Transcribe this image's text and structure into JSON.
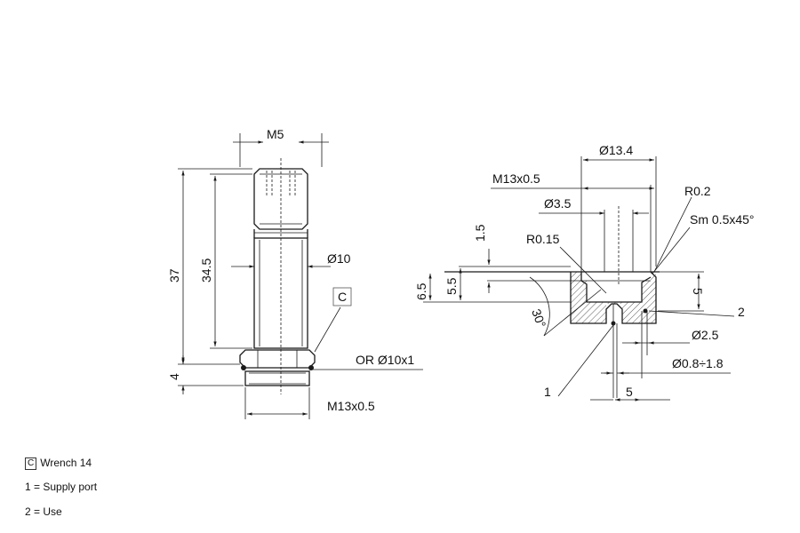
{
  "left_view": {
    "dim_m5": "M5",
    "dim_37": "37",
    "dim_34_5": "34.5",
    "dim_4": "4",
    "dim_d10": "Ø10",
    "wrench_marker": "C",
    "dim_or": "OR Ø10x1",
    "dim_m13": "M13x0.5"
  },
  "right_view": {
    "dim_d13_4": "Ø13.4",
    "dim_m13": "M13x0.5",
    "dim_r0_2": "R0.2",
    "dim_d3_5": "Ø3.5",
    "dim_sm": "Sm 0.5x45°",
    "dim_1_5": "1.5",
    "dim_r0_15": "R0.15",
    "dim_6_5": "6.5",
    "dim_5_5": "5.5",
    "dim_5_right": "5",
    "dim_2": "2",
    "dim_30": "30°",
    "dim_d2_5": "Ø2.5",
    "dim_d0_8": "Ø0.8÷1.8",
    "dim_1": "1",
    "dim_5_bottom": "5"
  },
  "legend": {
    "wrench_marker": "C",
    "wrench_text": "Wrench 14",
    "port1_text": "1 = Supply port",
    "port2_text": "2 = Use"
  }
}
